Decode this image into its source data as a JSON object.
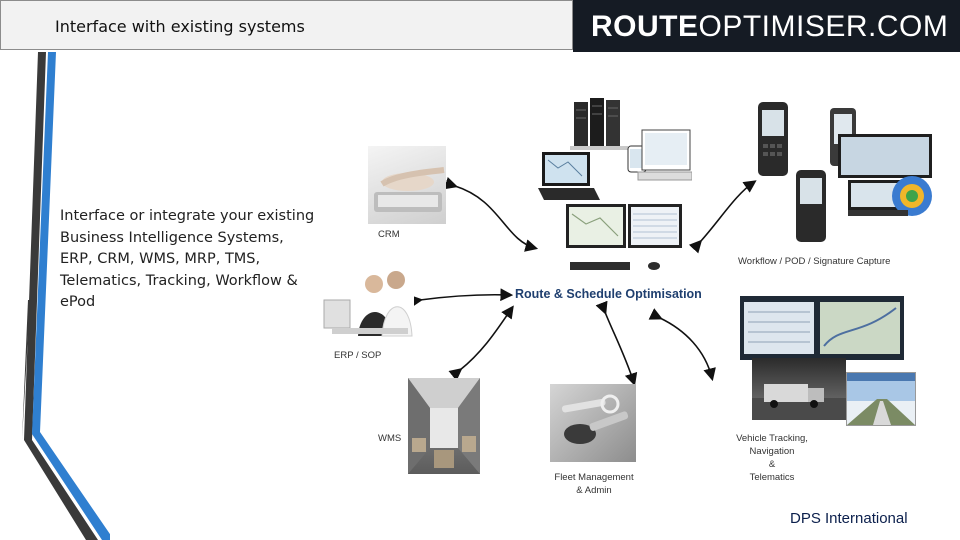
{
  "header": {
    "title": "Interface with existing systems"
  },
  "logo": {
    "part1": "ROUTE",
    "part2": "OPTIMISER",
    "part3": ".COM"
  },
  "body": {
    "text": "Interface or integrate your existing Business Intelligence Systems, ERP, CRM, WMS, MRP, TMS, Telematics, Tracking, Workflow & ePod"
  },
  "diagram": {
    "center": "Route & Schedule Optimisation",
    "nodes": {
      "crm": "CRM",
      "erp": "ERP / SOP",
      "wms": "WMS",
      "fleet_line1": "Fleet Management",
      "fleet_line2": "& Admin",
      "workflow": "Workflow / POD / Signature Capture",
      "vehicle_line1": "Vehicle Tracking,",
      "vehicle_line2": "Navigation",
      "vehicle_line3": "&",
      "vehicle_line4": "Telematics"
    }
  },
  "footer": {
    "company": "DPS International"
  },
  "colors": {
    "accent_blue": "#2f7fd0",
    "dark_stripe": "#3a3a3a",
    "logo_bg": "#151b24",
    "center_text": "#1f3f6f"
  }
}
